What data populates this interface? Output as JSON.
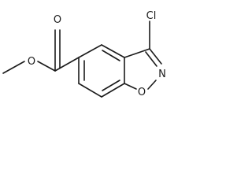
{
  "molecule": {
    "atoms": {
      "carbonyl_oxygen": "O",
      "ester_oxygen": "O",
      "chlorine": "Cl",
      "ring_nitrogen": "N",
      "ring_oxygen": "O"
    },
    "colors": {
      "bond": "#1a1a1a",
      "label": "#1a1a1a",
      "background": "#ffffff"
    }
  }
}
